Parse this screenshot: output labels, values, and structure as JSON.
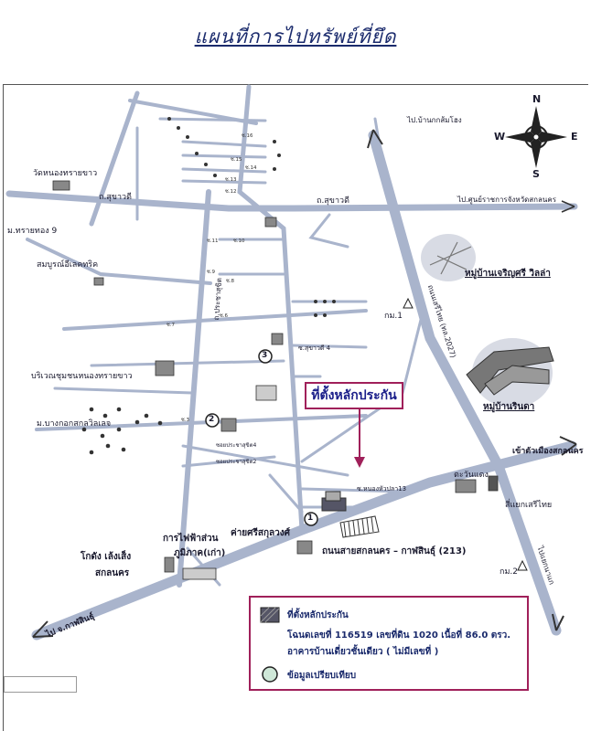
{
  "title": "แผนที่การไปทรัพย์ที่ยึด",
  "callout": "ที่ตั้งหลักประกัน",
  "roads": {
    "sawadi_left": "ถ.สุขาวดี",
    "sawadi_right": "ถ.สุขาวดี",
    "to_sakon_center": "ไป.ศูนย์ราชการจังหวัดสกลนคร",
    "to_ban_nong_hang": "ไป.บ้านกกส้มโฮง",
    "thanon_seri_thai": "ถนนเสรีไทย (ทล.2027)",
    "sakon_kalasin": "ถนนสายสกลนคร – กาฬสินธุ์ (213)",
    "prachasuk": "ถ.ประชาสุขิต",
    "to_kalasin": "ไป จ.กาฬสินธุ์",
    "to_nakhon_phanom": "ไปแยกนาแก",
    "into_city": "เข้าตัวเมืองสกลนคร",
    "seri_thai_junction": "สี่แยกเสรีไทย",
    "sawadi_4": "ซ.สุขาวดี 4",
    "nong_nam_pla_13": "ซ.หนองหัวปลา13",
    "soi_prachasuk_4": "ซอยประชาสุขิต4",
    "soi_prachasuk_2": "ซอยประชาสุขิต2"
  },
  "sois": [
    "ซ.16",
    "ซ.15",
    "ซ.14",
    "ซ.13",
    "ซ.12",
    "ซ.11",
    "ซ.10",
    "ซ.9",
    "ซ.8",
    "ซ.7",
    "ซ.6",
    "ซ.3"
  ],
  "places": {
    "wat": "วัดหนองทรายขาว",
    "m_sai_thong": "ม.ทรายทอง 9",
    "somboon": "สมบูรณ์อีเลคทริค",
    "community": "บริเวณชุมชนหนองทรายขาว",
    "m_bang_kok": "ม.บางกอกสกลวิลเลจ",
    "ban_charoen_sri": "หมู่บ้านเจริญศรี วิลล่า",
    "ban_rinda": "หมู่บ้านรินดา",
    "km1": "กม.1",
    "km2": "กม.2",
    "ta_wan_daeng": "ตะวันแดง",
    "camp": "ค่ายศรีสกุลวงศ์",
    "electric": "การไฟฟ้าส่วน",
    "electric2": "ภูมิภาค(เก่า)",
    "godown": "โกดัง เล้งเส็ง",
    "godown2": "สกลนคร"
  },
  "markers": [
    "1",
    "2",
    "3"
  ],
  "compass": {
    "n": "N",
    "s": "S",
    "e": "E",
    "w": "W"
  },
  "legend": {
    "collateral": "ที่ตั้งหลักประกัน",
    "deed": "โฉนดเลขที่ 116519 เลขที่ดิน 1020 เนื้อที่ 86.0 ตรว.",
    "building": "อาคารบ้านเดี่ยวชั้นเดียว ( ไม่มีเลขที่ )",
    "comparison": "ข้อมูลเปรียบเทียบ"
  },
  "colors": {
    "road": "#a9b4cc",
    "road_edge": "#8a93a8",
    "ink": "#1a2a6c",
    "callout": "#a0205a"
  }
}
